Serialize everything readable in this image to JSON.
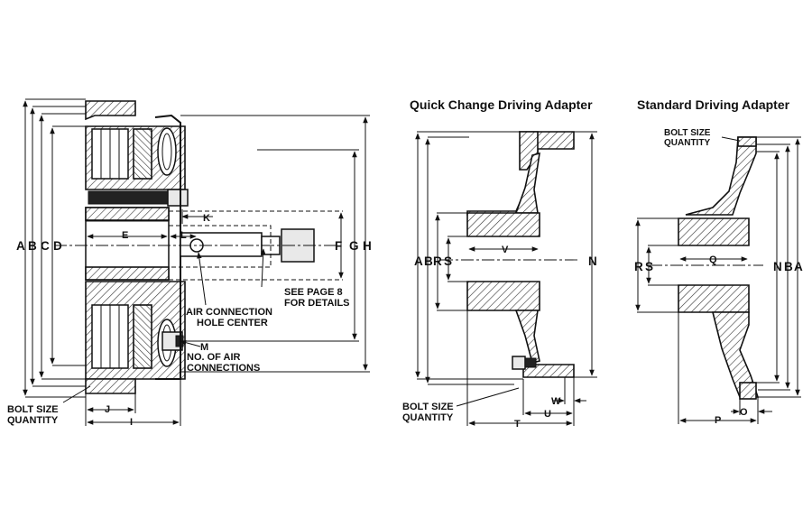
{
  "titles": {
    "quick_change": "Quick Change Driving Adapter",
    "standard": "Standard Driving Adapter"
  },
  "labels": {
    "left": {
      "A": "A",
      "B": "B",
      "C": "C",
      "D": "D",
      "E": "E",
      "F": "F",
      "G": "G",
      "H": "H",
      "I": "I",
      "J": "J",
      "K": "K",
      "L": "L",
      "M": "M",
      "see_page_line1": "SEE PAGE 8",
      "see_page_line2": "FOR DETAILS",
      "air_line1": "AIR CONNECTION",
      "air_line2": "HOLE CENTER",
      "no_air_line1": "NO. OF AIR",
      "no_air_line2": "CONNECTIONS",
      "bolt_line1": "BOLT SIZE",
      "bolt_line2": "QUANTITY"
    },
    "quick": {
      "A": "A",
      "B": "B",
      "R": "R",
      "S": "S",
      "V": "V",
      "N": "N",
      "W": "W",
      "U": "U",
      "T": "T",
      "bolt_line1": "BOLT SIZE",
      "bolt_line2": "QUANTITY"
    },
    "standard": {
      "R": "R",
      "S": "S",
      "Q": "Q",
      "N": "N",
      "B": "B",
      "A": "A",
      "O": "O",
      "P": "P",
      "bolt_line1": "BOLT SIZE",
      "bolt_line2": "QUANTITY"
    }
  },
  "colors": {
    "ink": "#111111",
    "background": "#ffffff"
  }
}
